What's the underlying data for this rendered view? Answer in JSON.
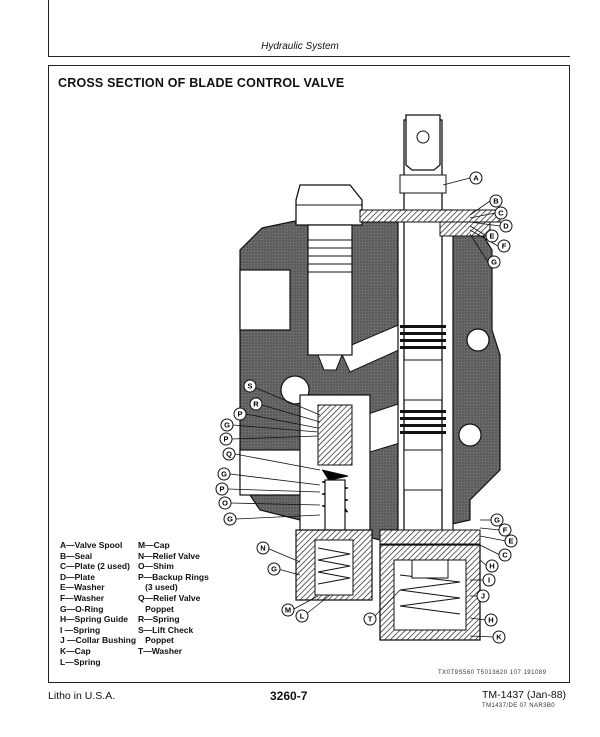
{
  "header": {
    "title": "Hydraulic System"
  },
  "section": {
    "title": "CROSS SECTION OF BLADE CONTROL VALVE"
  },
  "legend_col1": [
    "A—Valve Spool",
    "B—Seal",
    "C—Plate (2 used)",
    "D—Plate",
    "E—Washer",
    "F—Washer",
    "G—O-Ring",
    "H—Spring Guide",
    "I —Spring",
    "J —Collar Bushing",
    "K—Cap",
    "L—Spring"
  ],
  "legend_col2": [
    "M—Cap",
    "N—Relief Valve",
    "O—Shim",
    "P—Backup Rings",
    "   (3 used)",
    "Q—Relief Valve",
    "   Poppet",
    "R—Spring",
    "S—Lift Check",
    "   Poppet",
    "T—Washer"
  ],
  "callout_letters": [
    "A",
    "B",
    "C",
    "D",
    "E",
    "F",
    "G",
    "S",
    "R",
    "P",
    "G",
    "P",
    "Q",
    "G",
    "P",
    "O",
    "G",
    "G",
    "F",
    "C",
    "E",
    "H",
    "N",
    "G",
    "I",
    "J",
    "M",
    "L",
    "T",
    "H",
    "K"
  ],
  "figure_ref": "TX0T9S560 T5013620 107 191089",
  "footer": {
    "left": "Litho in U.S.A.",
    "center": "3260-7",
    "right": "TM-1437 (Jan-88)",
    "sub": "TM1437/DE 07 NAR3B0"
  },
  "colors": {
    "ink": "#111111",
    "paper": "#ffffff",
    "shade": "#555555"
  }
}
